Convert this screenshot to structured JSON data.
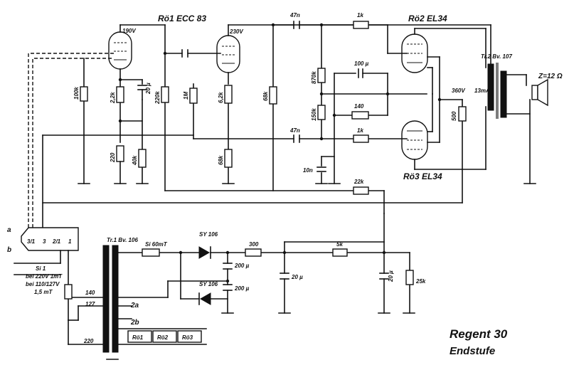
{
  "title": {
    "line1": "Regent 30",
    "line2": "Endstufe"
  },
  "tubes": {
    "ro1": "Rö1 ECC 83",
    "ro2": "Rö2 EL34",
    "ro3": "Rö3 EL34"
  },
  "transformers": {
    "output": "Tr.2 Bv. 107",
    "mains": "Tr.1 Bv. 106"
  },
  "speaker": {
    "impedance": "Z=12 Ω"
  },
  "voltages": {
    "v190": "190V",
    "v230": "230V",
    "v360": "360V",
    "v13m": "13mA"
  },
  "resistors": {
    "r100k": "100k",
    "r2_2k": "2,2k",
    "r220k": "220k",
    "r1M": "1M",
    "r6_2k": "6,2k",
    "r68k": "68k",
    "r870k": "870k",
    "r150k": "150k",
    "r1k_top": "1k",
    "r140": "140",
    "r1k_mid": "1k",
    "r220": "220",
    "r40k": "40k",
    "r68k_b": "68k",
    "r500": "500",
    "r22k": "22k",
    "r300": "300",
    "r5k": "5k",
    "r25k": "25k"
  },
  "capacitors": {
    "c20u_top": "20 µ",
    "c47n_top": "47n",
    "c100u": "100 µ",
    "c47n_mid": "47n",
    "c10n": "10n",
    "c200u_a": "200 µ",
    "c200u_b": "200 µ",
    "c20u_a": "20 µ",
    "c20u_b": "20 µ"
  },
  "supply": {
    "fuse_si": "Si 60mT",
    "rect1": "SY 106",
    "rect2": "SY 106",
    "fuse1_label": "Si 1",
    "fuse1_220": "bei 220V 1mT",
    "fuse1_110": "bei 110/127V",
    "fuse1_val": "1,5 mT",
    "tap140": "140",
    "tap127": "127",
    "tap220": "220",
    "wind2a": "2a",
    "wind2b": "2b",
    "heater1": "Rö1",
    "heater2": "Rö2",
    "heater3": "Rö3"
  },
  "connector": {
    "label_a": "a",
    "label_b": "b",
    "pin1": "3/1",
    "pin2": "3",
    "pin3": "2/1",
    "pin4": "1"
  }
}
